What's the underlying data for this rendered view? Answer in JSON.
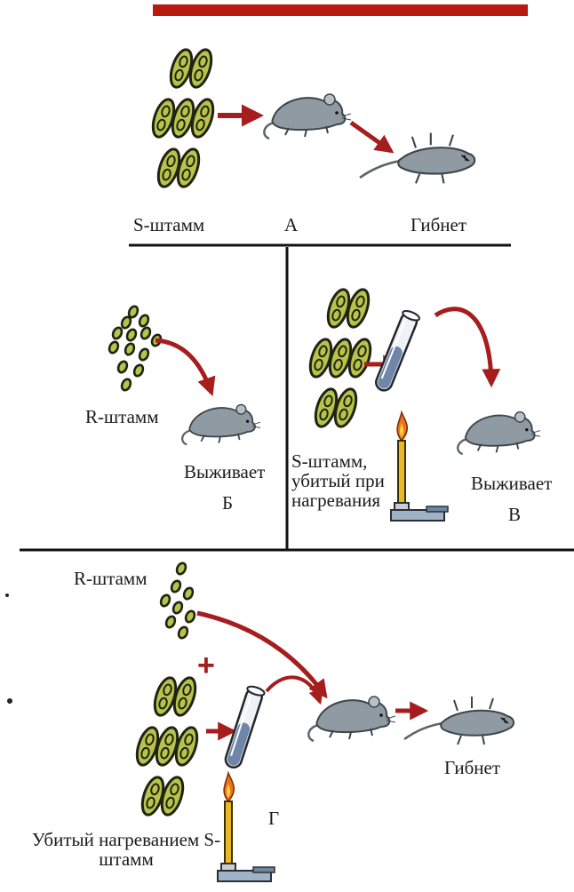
{
  "colors": {
    "top_bar": "#b81a10",
    "arrow": "#a51d1d",
    "bacteria_fill": "#b9c24a",
    "bacteria_outline": "#1e2412",
    "mouse": "#8f9aa3",
    "divider": "#111111",
    "flame": "#e8731a"
  },
  "icons": {
    "s_strain": "capsule-bacteria-cluster-icon",
    "r_strain": "small-bacteria-cluster-icon",
    "mouse": "mouse-icon",
    "dead_mouse": "dead-mouse-icon",
    "test_tube": "test-tube-icon",
    "burner": "bunsen-burner-icon",
    "arrow": "red-arrow-icon"
  },
  "panel_a": {
    "strain_label": "S-штамм",
    "panel_letter": "А",
    "outcome": "Гибнет"
  },
  "panel_b": {
    "strain_label": "R-штамм",
    "outcome": "Выживает",
    "panel_letter": "Б"
  },
  "panel_v": {
    "strain_label": "S-штамм, убитый при нагревания",
    "outcome": "Выживает",
    "panel_letter": "В"
  },
  "panel_g": {
    "r_label": "R-штамм",
    "plus": "+",
    "killed_label": "Убитый нагреванием S-штамм",
    "panel_letter": "Г",
    "outcome": "Гибнет"
  }
}
